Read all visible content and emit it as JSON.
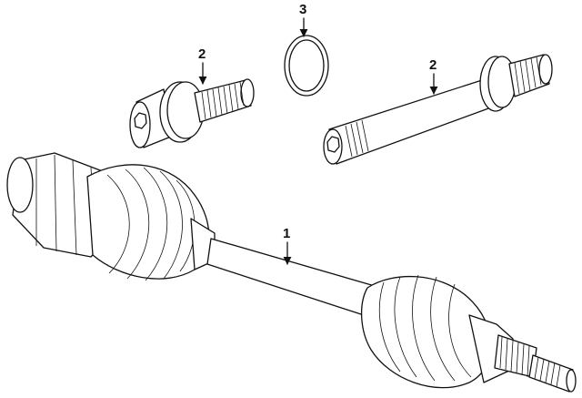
{
  "diagram": {
    "callouts": [
      {
        "id": "callout-1",
        "label": "1"
      },
      {
        "id": "callout-2-bolt",
        "label": "2"
      },
      {
        "id": "callout-2-stud",
        "label": "2"
      },
      {
        "id": "callout-3",
        "label": "3"
      }
    ],
    "parts": [
      "axle-shaft-assembly",
      "bolt",
      "stud",
      "o-ring"
    ]
  }
}
